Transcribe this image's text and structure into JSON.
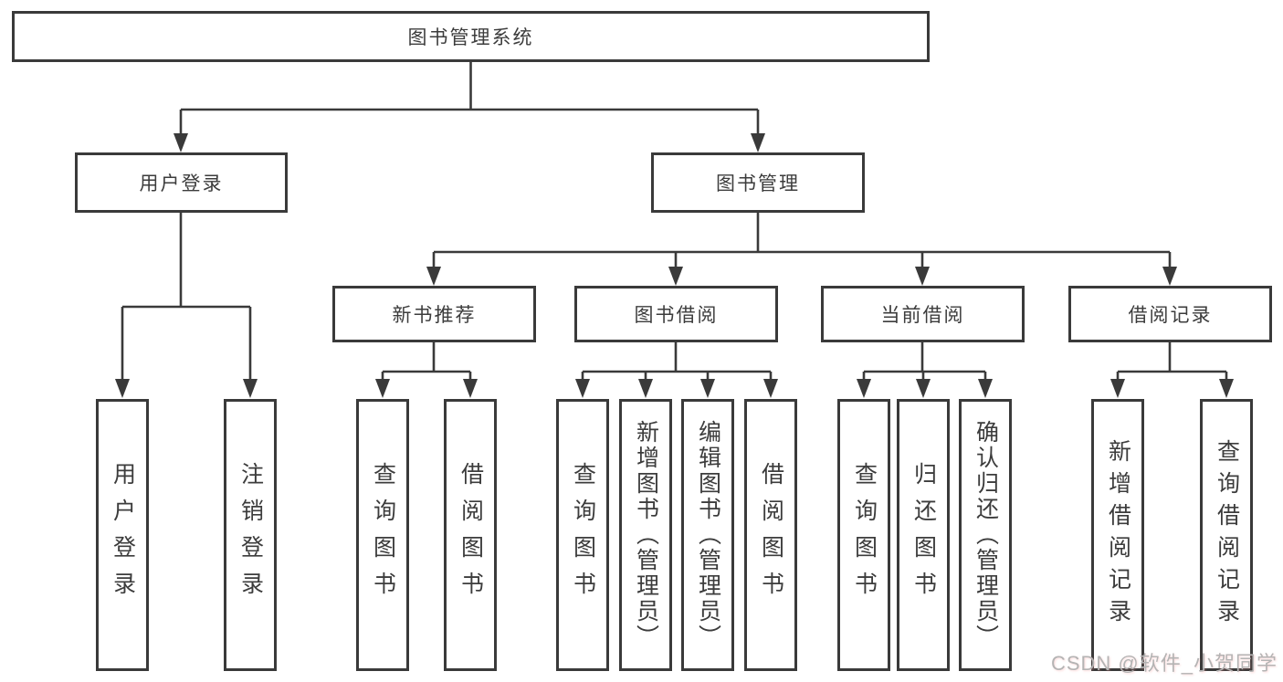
{
  "tree": {
    "root": {
      "label": "图书管理系统"
    },
    "branches": [
      {
        "label": "用户登录",
        "children": [
          {
            "label": "用户登录"
          },
          {
            "label": "注销登录"
          }
        ]
      },
      {
        "label": "图书管理",
        "children": [
          {
            "label": "新书推荐",
            "children": [
              {
                "label": "查询图书"
              },
              {
                "label": "借阅图书"
              }
            ]
          },
          {
            "label": "图书借阅",
            "children": [
              {
                "label": "查询图书"
              },
              {
                "label": "新增图书（管理员）"
              },
              {
                "label": "编辑图书（管理员）"
              },
              {
                "label": "借阅图书"
              }
            ]
          },
          {
            "label": "当前借阅",
            "children": [
              {
                "label": "查询图书"
              },
              {
                "label": "归还图书"
              },
              {
                "label": "确认归还（管理员）"
              }
            ]
          },
          {
            "label": "借阅记录",
            "children": [
              {
                "label": "新增借阅记录"
              },
              {
                "label": "查询借阅记录"
              }
            ]
          }
        ]
      }
    ]
  },
  "watermark": {
    "text": "CSDN @软件_小贺同学"
  },
  "colors": {
    "line": "#3a3a3a",
    "text": "#3c3c3c",
    "watermark": "#b4b4b4",
    "background": "#ffffff"
  }
}
